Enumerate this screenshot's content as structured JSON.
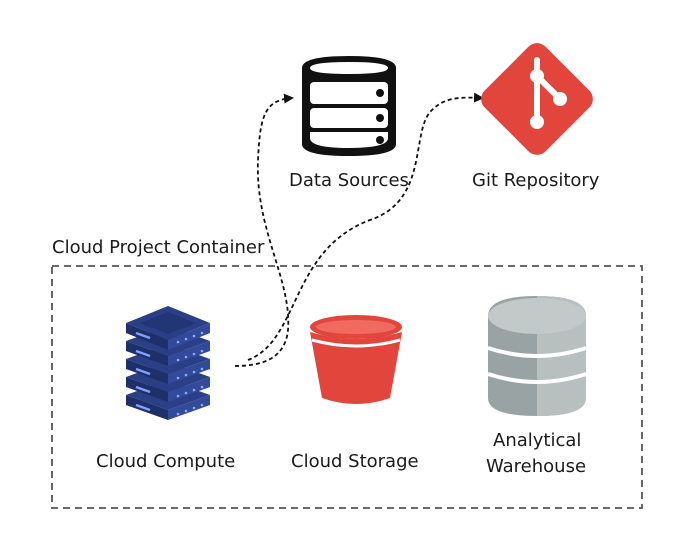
{
  "container": {
    "title": "Cloud Project Container"
  },
  "nodes": {
    "data_sources": {
      "label": "Data Sources",
      "icon": "database-icon",
      "color": "#111111"
    },
    "git_repository": {
      "label": "Git Repository",
      "icon": "git-icon",
      "color": "#e2453c"
    },
    "cloud_compute": {
      "label": "Cloud Compute",
      "icon": "server-stack-icon",
      "color": "#2b3f86"
    },
    "cloud_storage": {
      "label": "Cloud Storage",
      "icon": "bucket-icon",
      "color": "#e2453c"
    },
    "analytical_warehouse": {
      "label_line1": "Analytical",
      "label_line2": "Warehouse",
      "icon": "warehouse-database-icon",
      "color": "#9aa3a3"
    }
  },
  "edges": [
    {
      "from": "cloud_compute",
      "to": "data_sources",
      "style": "dashed"
    },
    {
      "from": "cloud_compute",
      "to": "git_repository",
      "style": "dashed"
    }
  ]
}
